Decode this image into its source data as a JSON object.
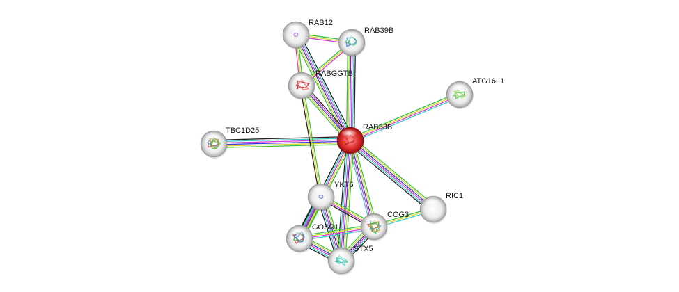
{
  "edge_colors": [
    "#3cc23c",
    "#d8d830",
    "#3b3bd6",
    "#d43cd4",
    "#3cc8c8",
    "#222222"
  ],
  "nodes": [
    {
      "id": "RAB33B",
      "label": "RAB33B",
      "query": true,
      "icon": "red-protein-structure"
    },
    {
      "id": "RAB12",
      "label": "RAB12",
      "query": false,
      "icon": "purple-protein-structure"
    },
    {
      "id": "RAB39B",
      "label": "RAB39B",
      "query": false,
      "icon": "blue-green-protein-structure"
    },
    {
      "id": "RABGGTB",
      "label": "RABGGTB",
      "query": false,
      "icon": "red-protein-structure"
    },
    {
      "id": "ATG16L1",
      "label": "ATG16L1",
      "query": false,
      "icon": "green-helix-structure"
    },
    {
      "id": "TBC1D25",
      "label": "TBC1D25",
      "query": false,
      "icon": "multicolor-protein-structure"
    },
    {
      "id": "YKT6",
      "label": "YKT6",
      "query": false,
      "icon": "lilac-protein-structure"
    },
    {
      "id": "RIC1",
      "label": "RIC1",
      "query": false,
      "icon": "no-structure"
    },
    {
      "id": "COG3",
      "label": "COG3",
      "query": false,
      "icon": "multicolor-protein-structure"
    },
    {
      "id": "GOSR1",
      "label": "GOSR1",
      "query": false,
      "icon": "multicolor-helix-structure"
    },
    {
      "id": "STX5",
      "label": "STX5",
      "query": false,
      "icon": "teal-helix-structure"
    }
  ],
  "edges": [
    {
      "source": "RAB33B",
      "target": "RAB12",
      "colors": [
        0,
        1,
        2,
        3,
        4,
        5
      ]
    },
    {
      "source": "RAB33B",
      "target": "RAB39B",
      "colors": [
        0,
        1,
        2,
        3,
        4,
        5
      ]
    },
    {
      "source": "RAB33B",
      "target": "RABGGTB",
      "colors": [
        0,
        1,
        2,
        3,
        5
      ]
    },
    {
      "source": "RAB33B",
      "target": "ATG16L1",
      "colors": [
        0,
        1,
        3,
        4
      ]
    },
    {
      "source": "RAB33B",
      "target": "TBC1D25",
      "colors": [
        0,
        1,
        2,
        3,
        4,
        5
      ]
    },
    {
      "source": "RAB33B",
      "target": "YKT6",
      "colors": [
        0,
        1,
        3,
        4,
        5
      ]
    },
    {
      "source": "RAB33B",
      "target": "RIC1",
      "colors": [
        0,
        1,
        2,
        3,
        4,
        5
      ]
    },
    {
      "source": "RAB33B",
      "target": "COG3",
      "colors": [
        0,
        1,
        2,
        3,
        4
      ]
    },
    {
      "source": "RAB33B",
      "target": "GOSR1",
      "colors": [
        0,
        1,
        3,
        4,
        5
      ]
    },
    {
      "source": "RAB33B",
      "target": "STX5",
      "colors": [
        0,
        1,
        2,
        3,
        4,
        5
      ]
    },
    {
      "source": "RAB12",
      "target": "RABGGTB",
      "colors": [
        0,
        1,
        3
      ]
    },
    {
      "source": "RAB12",
      "target": "RAB39B",
      "colors": [
        0,
        1,
        3
      ]
    },
    {
      "source": "RABGGTB",
      "target": "RAB39B",
      "colors": [
        0,
        1,
        3
      ]
    },
    {
      "source": "RABGGTB",
      "target": "YKT6",
      "colors": [
        0,
        1,
        5
      ]
    },
    {
      "source": "YKT6",
      "target": "GOSR1",
      "colors": [
        0,
        1,
        2,
        3,
        4,
        5
      ]
    },
    {
      "source": "YKT6",
      "target": "STX5",
      "colors": [
        0,
        1,
        2,
        3,
        4,
        5
      ]
    },
    {
      "source": "YKT6",
      "target": "COG3",
      "colors": [
        0,
        1,
        3,
        5
      ]
    },
    {
      "source": "GOSR1",
      "target": "STX5",
      "colors": [
        0,
        1,
        2,
        3,
        4,
        5
      ]
    },
    {
      "source": "GOSR1",
      "target": "COG3",
      "colors": [
        0,
        1,
        3,
        4
      ]
    },
    {
      "source": "STX5",
      "target": "COG3",
      "colors": [
        0,
        1,
        2,
        3,
        4,
        5
      ]
    },
    {
      "source": "COG3",
      "target": "RIC1",
      "colors": [
        0,
        1,
        4
      ]
    }
  ]
}
